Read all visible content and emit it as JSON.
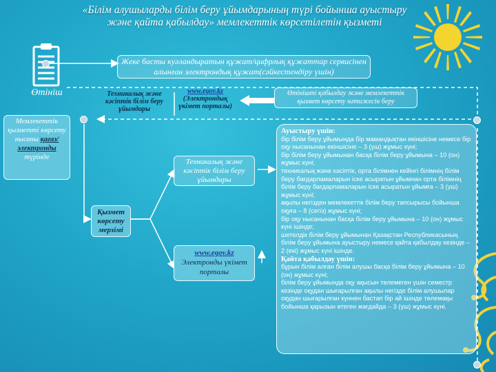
{
  "title": "«Білім алушыларды білім беру ұйымдарының түрі бойынша ауыстыру және қайта қабылдау» мемлекеттік көрсетілетін қызметі",
  "application": {
    "label": "Өтініш",
    "icon": "clipboard-icon"
  },
  "document_box": "Жеке басты куәландыратын құжат/цифрлық құжаттар сервисінен алынған электрондық құжат(сәйкестендіру үшін)",
  "flow_top": {
    "source": "Техникалық және кәсіптік білім беру ұйымдары",
    "portal_link": "www.egov.kz",
    "portal_text": "(Электрондық үкімет порталы)",
    "result": "Өтінішті қабылдау және мемлекеттік қызмет көрсету нәтижесін беру"
  },
  "form_box": {
    "prefix": "Мемлекеттік қызметті көрсету нысаны",
    "underlined": "қағаз/ электронды",
    "suffix": "түрінде"
  },
  "service_term": "Қызмет көрсету мерзімі",
  "branch_tvet": "Техникалық және кәсіптік білім беру ұйымдары",
  "branch_egov": {
    "link": "www.egov.kz",
    "text": "Электронды үкімет порталы"
  },
  "durations": {
    "transfer_heading": "Ауыстыру үшін:",
    "transfer_items": [
      "бір білім беру ұйымында бір мамандықтан екіншісіне немесе бір оқу нысанынан екіншісіне – 3 (үш) жұмыс күні;",
      "бір білім беру ұйымынан басқа білім беру ұйымына – 10 (он) жұмыс күні;",
      "техникалық және кәсіптік, орта білімнен кейінгі білімнің білім беру бағдарламаларын іске асыратын ұйымнан орта білімнің білім беру бағдарламаларын іске асыратын ұйымға – 3 (үш) жұмыс күні;",
      "ақылы негізден мемлекеттік білім беру тапсырысы бойынша оқуға – 8 (сегіз) жұмыс күні;",
      "бір оқу нысанынан басқа білім беру ұйымына – 10 (он) жұмыс күні ішінде;",
      "шетелдік білім беру ұйымынан Қазақстан Республикасының білім беру ұйымына ауыстыру немесе қайта қабылдау кезінде – 2 (екі) жұмыс күні ішінде."
    ],
    "readmit_heading": "Қайта қабылдау үшін:",
    "readmit_items": [
      "бұрын білім алған білім алушы басқа білім беру ұйымына – 10 (он) жұмыс күні;",
      "білім беру ұйымында оқу ақысын төлемеген үшін семестр кезінде оқудан шығарылған ақылы негізде білім алушылар оқудан шығарылған күннен бастап бір ай ішінде төлемақы бойынша қарызын өтеген жағдайда – 3 (үш) жұмыс күні."
    ]
  },
  "decor": {
    "sun_icon": "sun-icon",
    "ornament_icon": "ornament-icon"
  }
}
